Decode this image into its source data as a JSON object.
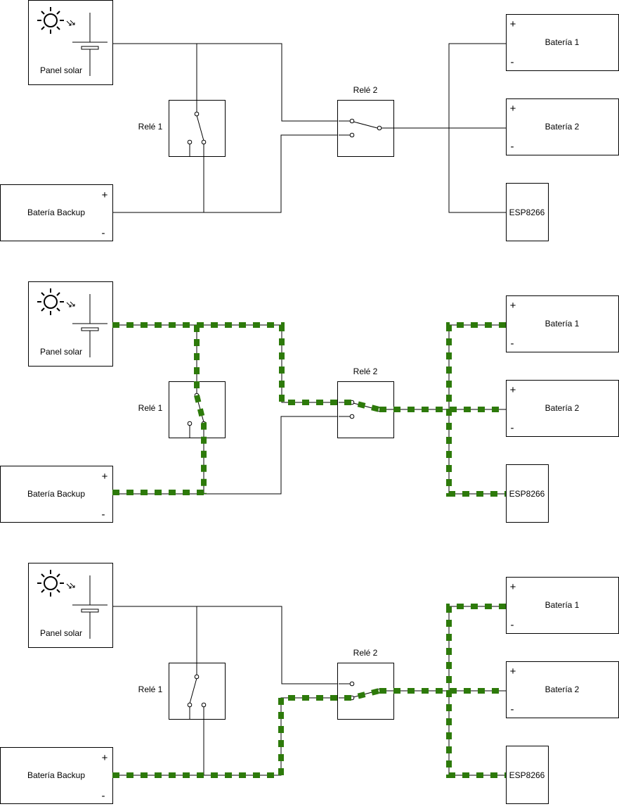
{
  "labels": {
    "panel": "Panel solar",
    "rele1": "Relé 1",
    "rele2": "Relé 2",
    "backup": "Batería Backup",
    "bat1": "Batería 1",
    "bat2": "Batería 2",
    "esp": "ESP8266",
    "plus": "+",
    "minus": "-"
  },
  "colors": {
    "wire": "#000000",
    "flow": "#2d7a0a",
    "box_border": "#000000"
  },
  "icons": {
    "sun": "sun-icon",
    "light_arrows": "light-arrows-icon",
    "panel_cell": "solar-cell-icon",
    "relay_switch": "relay-switch-icon"
  }
}
